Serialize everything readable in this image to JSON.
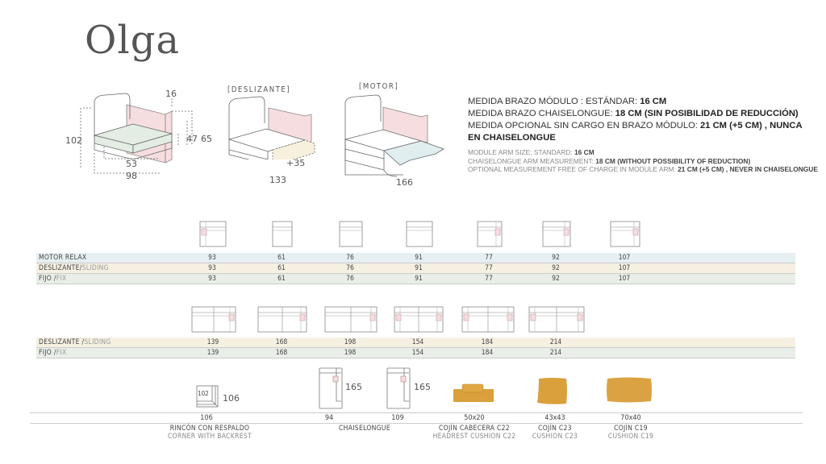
{
  "title": "Olga",
  "diagrams": {
    "standard": {
      "arm": "16",
      "height": "102",
      "seat_height": "47",
      "arm_height": "65",
      "seat_depth": "53",
      "depth": "98"
    },
    "sliding": {
      "label": "[DESLIZANTE]",
      "extension": "+35",
      "depth": "133"
    },
    "motor": {
      "label": "[MOTOR]",
      "depth": "166"
    }
  },
  "specs": {
    "es": [
      {
        "text": "MEDIDA BRAZO MÓDULO : ESTÁNDAR: ",
        "bold": "16 CM"
      },
      {
        "text": "MEDIDA BRAZO CHAISELONGUE: ",
        "bold": "18 CM (SIN POSIBILIDAD DE REDUCCIÓN)"
      },
      {
        "text": "MEDIDA OPCIONAL SIN CARGO EN BRAZO MÓDULO: ",
        "bold": "21 CM (+5 CM) , NUNCA EN CHAISELONGUE"
      }
    ],
    "en": [
      {
        "text": "MODULE ARM SIZE: STANDARD: ",
        "bold": "16 CM"
      },
      {
        "text": "CHAISELONGUE ARM MEASUREMENT: ",
        "bold": "18 CM (WITHOUT POSSIBILITY OF REDUCTION)"
      },
      {
        "text": "OPTIONAL MEASUREMENT FREE OF CHARGE IN MODULE ARM: ",
        "bold": "21 CM (+5 CM) , NEVER IN CHAISELONGUE"
      }
    ]
  },
  "table1": {
    "rows": [
      {
        "label": "MOTOR RELAX",
        "label_en": "",
        "values": [
          "93",
          "61",
          "76",
          "91",
          "77",
          "92",
          "107"
        ]
      },
      {
        "label": "DESLIZANTE/",
        "label_en": "SLIDING",
        "values": [
          "93",
          "61",
          "76",
          "91",
          "77",
          "92",
          "107"
        ]
      },
      {
        "label": "FIJO /",
        "label_en": "FIX",
        "values": [
          "93",
          "61",
          "76",
          "91",
          "77",
          "92",
          "107"
        ]
      }
    ]
  },
  "table2": {
    "rows": [
      {
        "label": "DESLIZANTE /",
        "label_en": "SLIDING",
        "values": [
          "139",
          "168",
          "198",
          "154",
          "184",
          "214"
        ]
      },
      {
        "label": "FIJO /",
        "label_en": "FIX",
        "values": [
          "139",
          "168",
          "198",
          "154",
          "184",
          "214"
        ]
      }
    ]
  },
  "extras": {
    "corner": {
      "inner": "102",
      "side": "106",
      "width": "106",
      "name": "RINCÓN CON RESPALDO",
      "name_en": "CORNER WITH BACKREST"
    },
    "chaise": {
      "length1": "165",
      "length2": "165",
      "width1": "94",
      "width2": "109",
      "name": "CHAISELONGUE"
    },
    "cushions": [
      {
        "size": "50x20",
        "name": "COJÍN CABECERA C22",
        "name_en": "HEADREST CUSHION C22"
      },
      {
        "size": "43x43",
        "name": "COJÍN C23",
        "name_en": "CUSHION C23"
      },
      {
        "size": "70x40",
        "name": "COJÍN C19",
        "name_en": "CUSHION C19"
      }
    ]
  },
  "colors": {
    "arm": "#f6dde0",
    "seat": "#e4ede4",
    "slide": "#f6f0dc",
    "motor": "#e1eef0",
    "cushion": "#d9a03c"
  }
}
